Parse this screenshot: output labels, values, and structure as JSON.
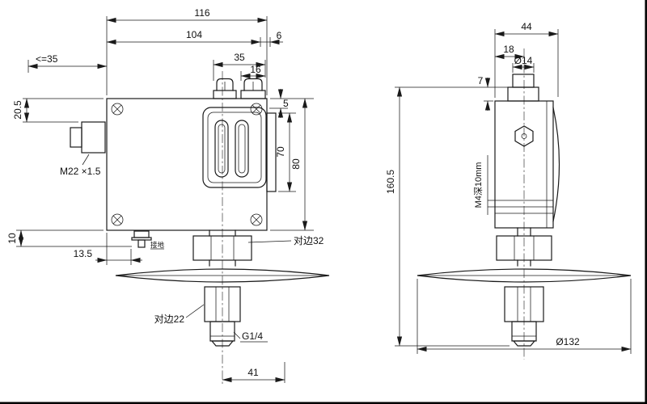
{
  "views": {
    "front": {
      "dim_116": "116",
      "dim_104": "104",
      "dim_6": "6",
      "dim_le35": "<=35",
      "dim_35": "35",
      "dim_16": "16",
      "dim_20_5": "20.5",
      "label_m22": "M22 ×1.5",
      "dim_5": "5",
      "dim_70": "70",
      "dim_80": "80",
      "dim_10": "10",
      "label_ground": "接地",
      "dim_13_5": "13.5",
      "label_flats32": "对边32",
      "label_flats22": "对边22",
      "label_g14": "G1/4",
      "dim_41": "41"
    },
    "side": {
      "dim_44": "44",
      "dim_18": "18",
      "dim_dia14": "Ø14",
      "dim_7": "7",
      "dim_160_5": "160.5",
      "label_m4": "M4深10mm",
      "dim_dia132": "Ø132"
    }
  }
}
